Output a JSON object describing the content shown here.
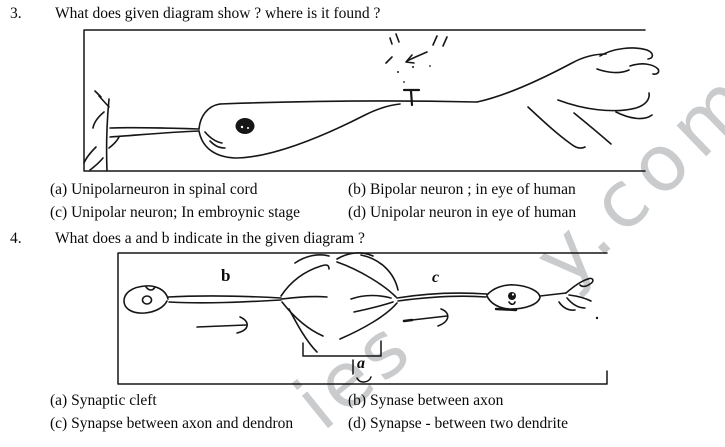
{
  "watermark": {
    "fragment_bottom": "ies",
    "fragment_right": "y.com",
    "color": "#c9cbcd"
  },
  "q3": {
    "number": "3.",
    "text": "What does given diagram show ? where is it found ?",
    "options": {
      "a": "(a) Unipolarneuron in spinal cord",
      "b": "(b) Bipolar neuron ; in eye of human",
      "c": "(c) Unipolar neuron; In embroynic stage",
      "d": "(d) Unipolar neuron in eye of human"
    }
  },
  "q4": {
    "number": "4.",
    "text": "What does a and b indicate in the given diagram ?",
    "options": {
      "a": "(a) Synaptic cleft",
      "b": "(b) Synase between axon",
      "c": "(c) Synapse between axon and dendron",
      "d": "(d) Synapse - between two dendrite"
    }
  },
  "diagram2_labels": {
    "axon_left": "b",
    "axon_right": "c",
    "synapse": "a"
  },
  "ink_color": "#161616"
}
